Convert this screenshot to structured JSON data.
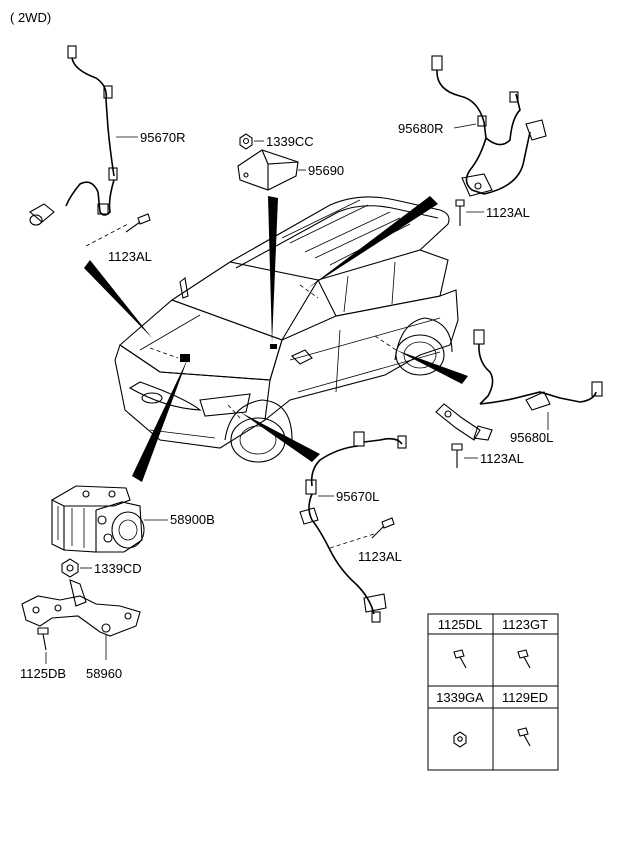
{
  "header": {
    "variant": "( 2WD)"
  },
  "callouts": {
    "sensor_front_right": "95670R",
    "sensor_front_left": "95670L",
    "sensor_rear_right": "95680R",
    "sensor_rear_left": "95680L",
    "bolt_front_right": "1123AL",
    "bolt_front_left": "1123AL",
    "bolt_rear_right": "1123AL",
    "bolt_rear_left": "1123AL",
    "nut_yaw_sensor": "1339CC",
    "yaw_sensor": "95690",
    "hecu": "58900B",
    "nut_hecu": "1339CD",
    "bracket": "58960",
    "bolt_bracket": "1125DB"
  },
  "fastener_table": {
    "cells": [
      "1125DL",
      "1123GT",
      "1339GA",
      "1129ED"
    ]
  }
}
